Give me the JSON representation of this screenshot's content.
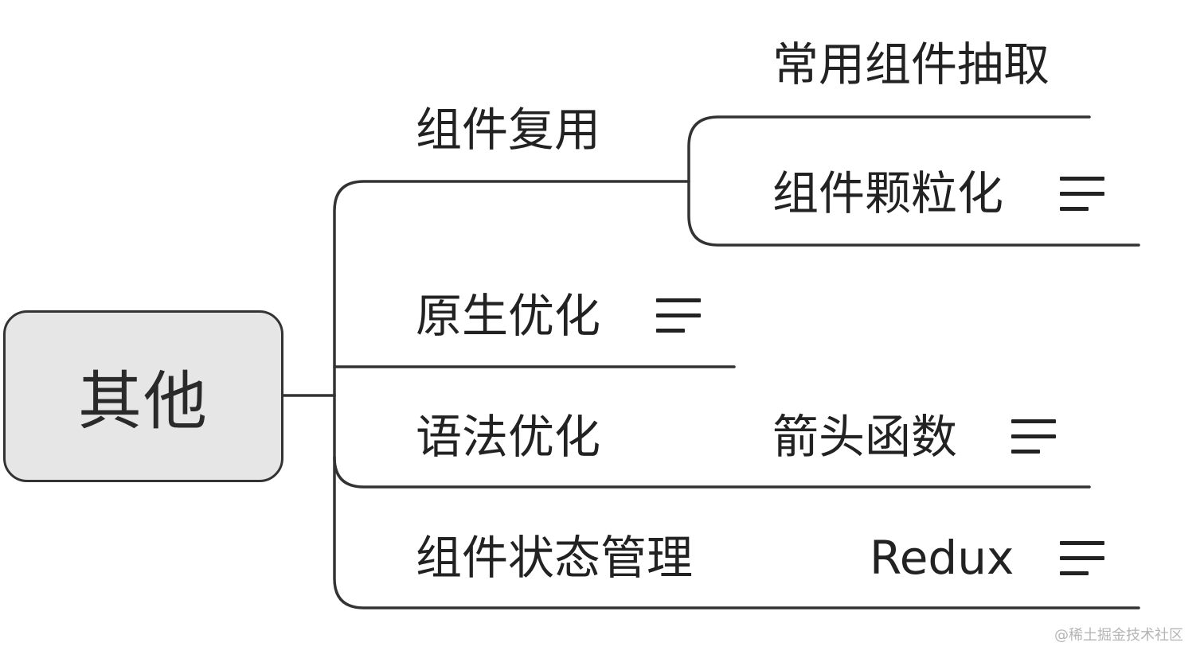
{
  "root": {
    "label": "其他"
  },
  "branches": [
    {
      "label": "组件复用",
      "children": [
        {
          "label": "常用组件抽取",
          "has_note": false
        },
        {
          "label": "组件颗粒化",
          "has_note": true
        }
      ]
    },
    {
      "label": "原生优化",
      "has_note": true
    },
    {
      "label": "语法优化",
      "children": [
        {
          "label": "箭头函数",
          "has_note": true
        }
      ]
    },
    {
      "label": "组件状态管理",
      "children": [
        {
          "label": "Redux",
          "has_note": true
        }
      ]
    }
  ],
  "watermark": "@稀土掘金技术社区",
  "colors": {
    "line": "#333333",
    "root_fill": "#e6e6e6",
    "text": "#222222"
  },
  "icons": {
    "note": "note-lines-icon"
  }
}
